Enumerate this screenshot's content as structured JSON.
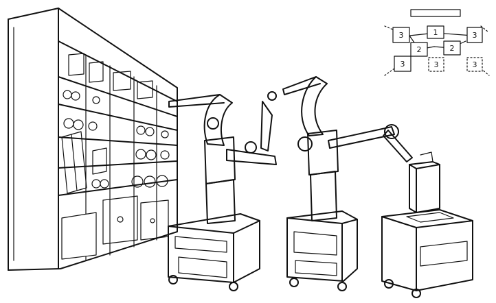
{
  "diagram": {
    "layout_key": {
      "cells": [
        {
          "label": "3"
        },
        {
          "label": "1"
        },
        {
          "label": "3"
        },
        {
          "label": "2"
        },
        {
          "label": "2"
        },
        {
          "label": "3"
        },
        {
          "label": "3"
        },
        {
          "label": "3"
        }
      ]
    }
  },
  "colors": {
    "ink": "#111111",
    "paper": "#ffffff",
    "hatch": "#333333"
  }
}
